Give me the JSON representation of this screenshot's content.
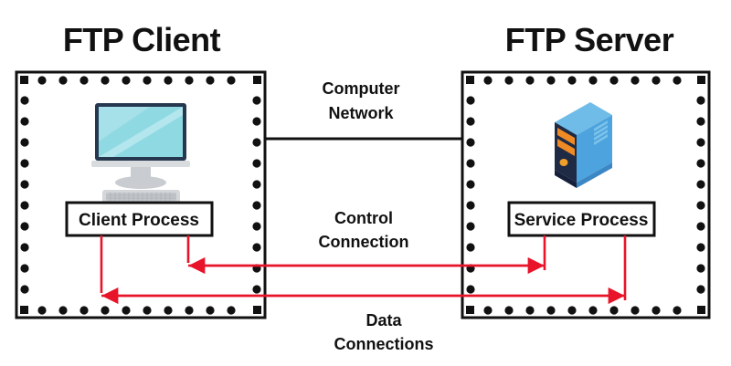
{
  "diagram": {
    "title_left": "FTP Client",
    "title_right": "FTP Server",
    "network_label_line1": "Computer",
    "network_label_line2": "Network",
    "control_label_line1": "Control",
    "control_label_line2": "Connection",
    "data_label_line1": "Data",
    "data_label_line2": "Connections",
    "client_process_label": "Client Process",
    "service_process_label": "Service Process",
    "client_icon_name": "desktop-computer-icon",
    "server_icon_name": "server-tower-icon",
    "colors": {
      "outline": "#111111",
      "connection_red": "#e8142a",
      "monitor_bezel": "#26384f",
      "monitor_screen": "#8fd9e2",
      "monitor_screen_light": "#bfeaf0",
      "monitor_stand": "#c9cdd1",
      "keyboard": "#d3d7da",
      "server_body": "#4da3dd",
      "server_side": "#3b87c4",
      "server_top": "#6fbce8",
      "server_front_dark": "#1f2a44",
      "server_bay_orange": "#f08a24",
      "background": "#ffffff"
    }
  }
}
